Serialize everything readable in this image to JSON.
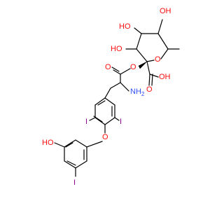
{
  "colors": {
    "bond": "#000000",
    "oxygen": "#ff0d0d",
    "nitrogen": "#3050f8",
    "iodine": "#940094",
    "background": "#ffffff"
  },
  "labels": {
    "oh_top_right": "OH",
    "oh_top_left": "HO",
    "oh_left": "HO",
    "ring_oxygen": "O",
    "ester_carbonyl_o": "O",
    "ester_o": "O",
    "acid_carbonyl_o": "O",
    "acid_oh": "OH",
    "amine": "NH",
    "amine_sub": "2",
    "iodine_left": "I",
    "iodine_right": "I",
    "ether_o": "O",
    "phenol_oh": "HO",
    "iodine_bottom": "I"
  }
}
